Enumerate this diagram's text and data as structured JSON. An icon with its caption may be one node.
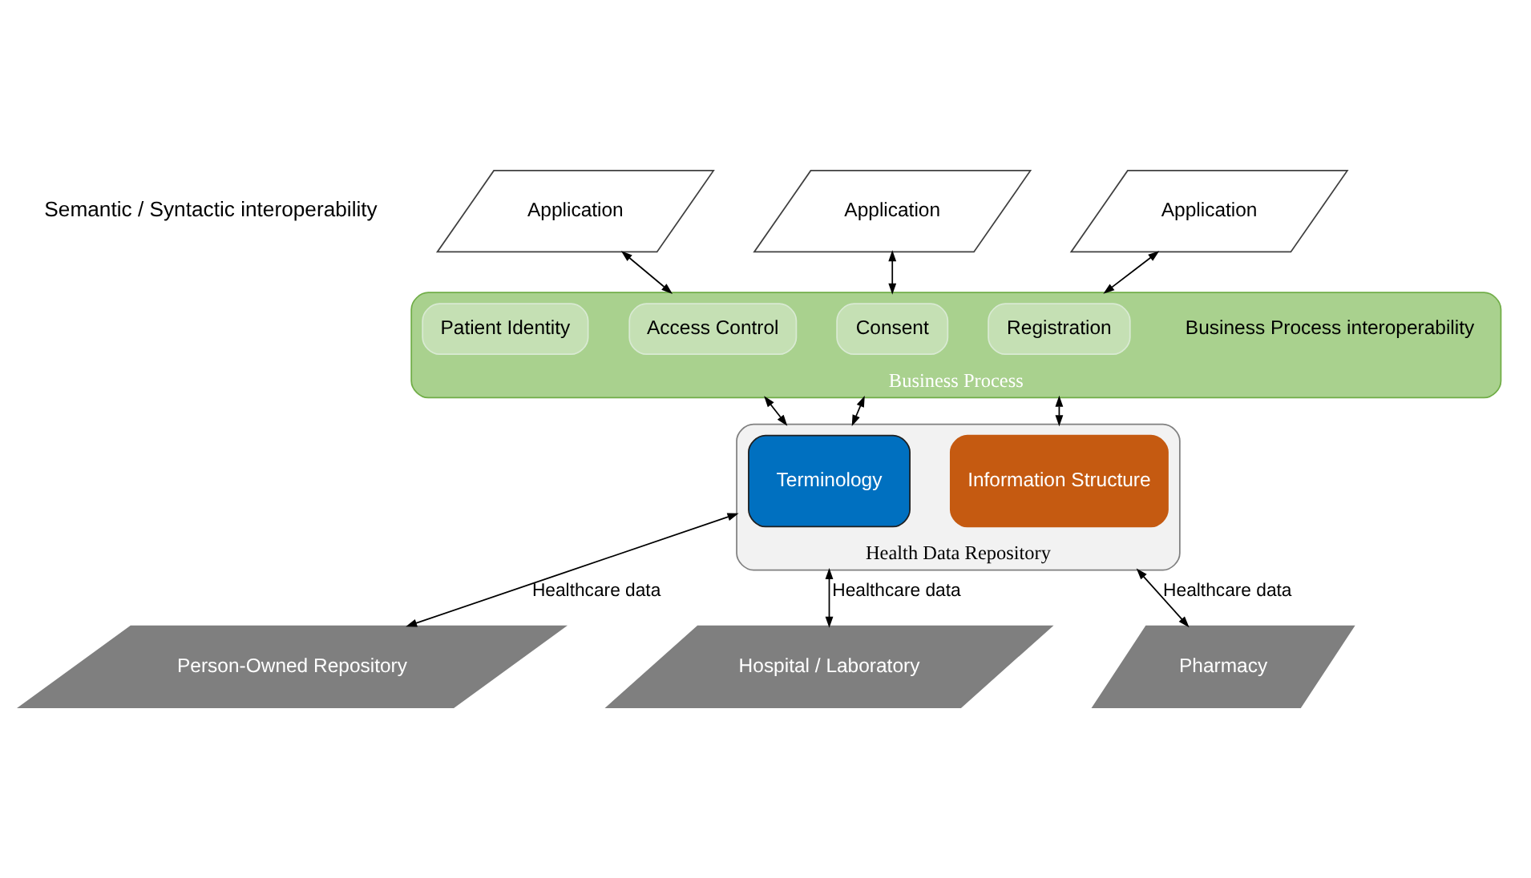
{
  "diagram": {
    "nodes": [
      {
        "text": [
          "Application"
        ]
      },
      {
        "text": [
          "Application"
        ]
      },
      {
        "text": [
          "Application"
        ]
      },
      {
        "text": [
          "Business Process"
        ],
        "beside": [
          "Business Process interoperability"
        ]
      },
      {
        "text": [
          "Access Control"
        ],
        "in": 3
      },
      {
        "text": [
          "Registration"
        ],
        "in": 3
      },
      {
        "text": [
          "Consent"
        ],
        "in": 3
      },
      {
        "text": [
          "Patient Identity"
        ],
        "in": 3
      },
      {
        "text": [
          "Health Data Repository"
        ]
      },
      {
        "text": [
          "Terminology"
        ],
        "in": 8
      },
      {
        "text": [
          "Information Structure"
        ],
        "in": 8
      },
      {
        "text": [
          "Hospital / Laboratory"
        ]
      },
      {
        "text": [
          "Pharmacy"
        ]
      },
      {
        "text": [
          "Person-Owned Repository"
        ]
      }
    ],
    "edges": [
      {
        "from": 0,
        "to": 3,
        "arrow": "both"
      },
      {
        "from": 1,
        "to": 3,
        "arrow": "both"
      },
      {
        "from": 2,
        "to": 3,
        "arrow": "both"
      },
      {
        "from": 3,
        "to": 8,
        "arrow": "both"
      },
      {
        "from": 3,
        "to": 8,
        "arrow": "both"
      },
      {
        "from": 3,
        "to": 8,
        "arrow": "both"
      },
      {
        "from": 8,
        "to": 11,
        "arrow": "both",
        "label": "Healthcare data"
      },
      {
        "from": 8,
        "to": 12,
        "arrow": "both",
        "label": "Healthcare data"
      },
      {
        "from": 8,
        "to": 13,
        "arrow": "both",
        "label": "Healthcare data"
      }
    ],
    "labels": [
      "Semantic / Syntactic interoperability"
    ]
  }
}
